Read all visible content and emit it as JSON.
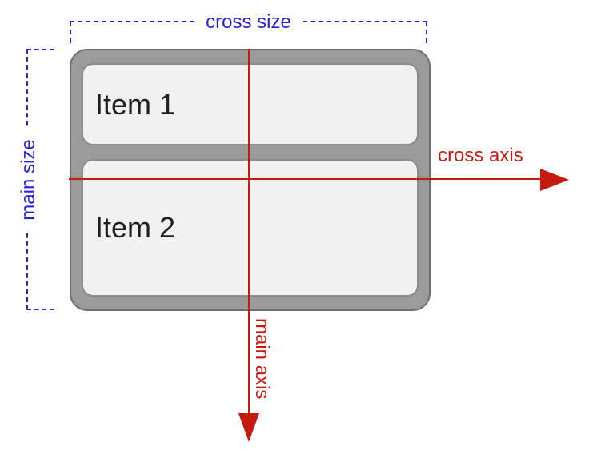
{
  "labels": {
    "cross_size": "cross size",
    "main_size": "main size",
    "cross_axis": "cross axis",
    "main_axis": "main axis"
  },
  "container": {
    "items": [
      {
        "label": "Item 1"
      },
      {
        "label": "Item 2"
      }
    ]
  },
  "colors": {
    "blue": "#2b23d1",
    "red": "#c41a10",
    "container_fill": "#9b9b9b",
    "container_border": "#6e6e6e",
    "item_fill": "#f1f1f1",
    "item_border": "#8c8c8c",
    "item_text": "#1f1f1f"
  }
}
